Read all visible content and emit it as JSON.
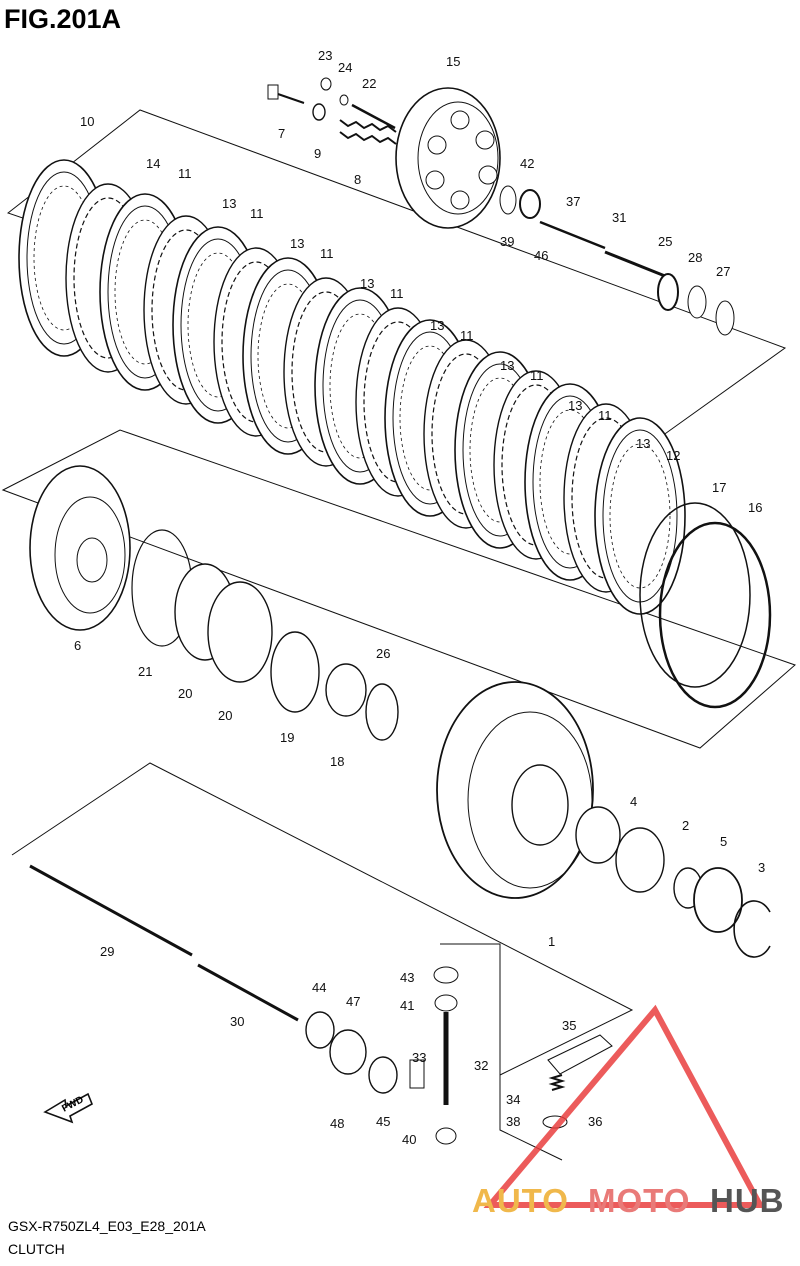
{
  "figure": {
    "title": "FIG.201A",
    "model_code": "GSX-R750ZL4_E03_E28_201A",
    "section": "CLUTCH"
  },
  "direction_marker": "FWD",
  "watermark": {
    "text_part1": "AUTO",
    "text_part2": "MOTO",
    "text_part3": "HUB",
    "colors": {
      "part1": "#f0b84b",
      "part2": "#e97a78",
      "part3": "#555555",
      "triangle": "#e93e3e"
    }
  },
  "callouts": [
    {
      "id": "c23",
      "text": "23"
    },
    {
      "id": "c24",
      "text": "24"
    },
    {
      "id": "c22",
      "text": "22"
    },
    {
      "id": "c15",
      "text": "15"
    },
    {
      "id": "c7",
      "text": "7"
    },
    {
      "id": "c9",
      "text": "9"
    },
    {
      "id": "c8",
      "text": "8"
    },
    {
      "id": "c10",
      "text": "10"
    },
    {
      "id": "c14",
      "text": "14"
    },
    {
      "id": "c11a",
      "text": "11"
    },
    {
      "id": "c13a",
      "text": "13"
    },
    {
      "id": "c11b",
      "text": "11"
    },
    {
      "id": "c13b",
      "text": "13"
    },
    {
      "id": "c11c",
      "text": "11"
    },
    {
      "id": "c13c",
      "text": "13"
    },
    {
      "id": "c11d",
      "text": "11"
    },
    {
      "id": "c13d",
      "text": "13"
    },
    {
      "id": "c11e",
      "text": "11"
    },
    {
      "id": "c13e",
      "text": "13"
    },
    {
      "id": "c11f",
      "text": "11"
    },
    {
      "id": "c13f",
      "text": "13"
    },
    {
      "id": "c11g",
      "text": "11"
    },
    {
      "id": "c13g",
      "text": "13"
    },
    {
      "id": "c12",
      "text": "12"
    },
    {
      "id": "c42",
      "text": "42"
    },
    {
      "id": "c37",
      "text": "37"
    },
    {
      "id": "c31",
      "text": "31"
    },
    {
      "id": "c39",
      "text": "39"
    },
    {
      "id": "c46",
      "text": "46"
    },
    {
      "id": "c25",
      "text": "25"
    },
    {
      "id": "c28",
      "text": "28"
    },
    {
      "id": "c27",
      "text": "27"
    },
    {
      "id": "c17",
      "text": "17"
    },
    {
      "id": "c16",
      "text": "16"
    },
    {
      "id": "c6",
      "text": "6"
    },
    {
      "id": "c21",
      "text": "21"
    },
    {
      "id": "c20a",
      "text": "20"
    },
    {
      "id": "c20b",
      "text": "20"
    },
    {
      "id": "c19",
      "text": "19"
    },
    {
      "id": "c18",
      "text": "18"
    },
    {
      "id": "c26",
      "text": "26"
    },
    {
      "id": "c4",
      "text": "4"
    },
    {
      "id": "c2",
      "text": "2"
    },
    {
      "id": "c5",
      "text": "5"
    },
    {
      "id": "c3",
      "text": "3"
    },
    {
      "id": "c1",
      "text": "1"
    },
    {
      "id": "c29",
      "text": "29"
    },
    {
      "id": "c30",
      "text": "30"
    },
    {
      "id": "c44",
      "text": "44"
    },
    {
      "id": "c47",
      "text": "47"
    },
    {
      "id": "c43",
      "text": "43"
    },
    {
      "id": "c41",
      "text": "41"
    },
    {
      "id": "c33",
      "text": "33"
    },
    {
      "id": "c32",
      "text": "32"
    },
    {
      "id": "c35",
      "text": "35"
    },
    {
      "id": "c34",
      "text": "34"
    },
    {
      "id": "c36",
      "text": "36"
    },
    {
      "id": "c38",
      "text": "38"
    },
    {
      "id": "c48",
      "text": "48"
    },
    {
      "id": "c45",
      "text": "45"
    },
    {
      "id": "c40",
      "text": "40"
    }
  ]
}
